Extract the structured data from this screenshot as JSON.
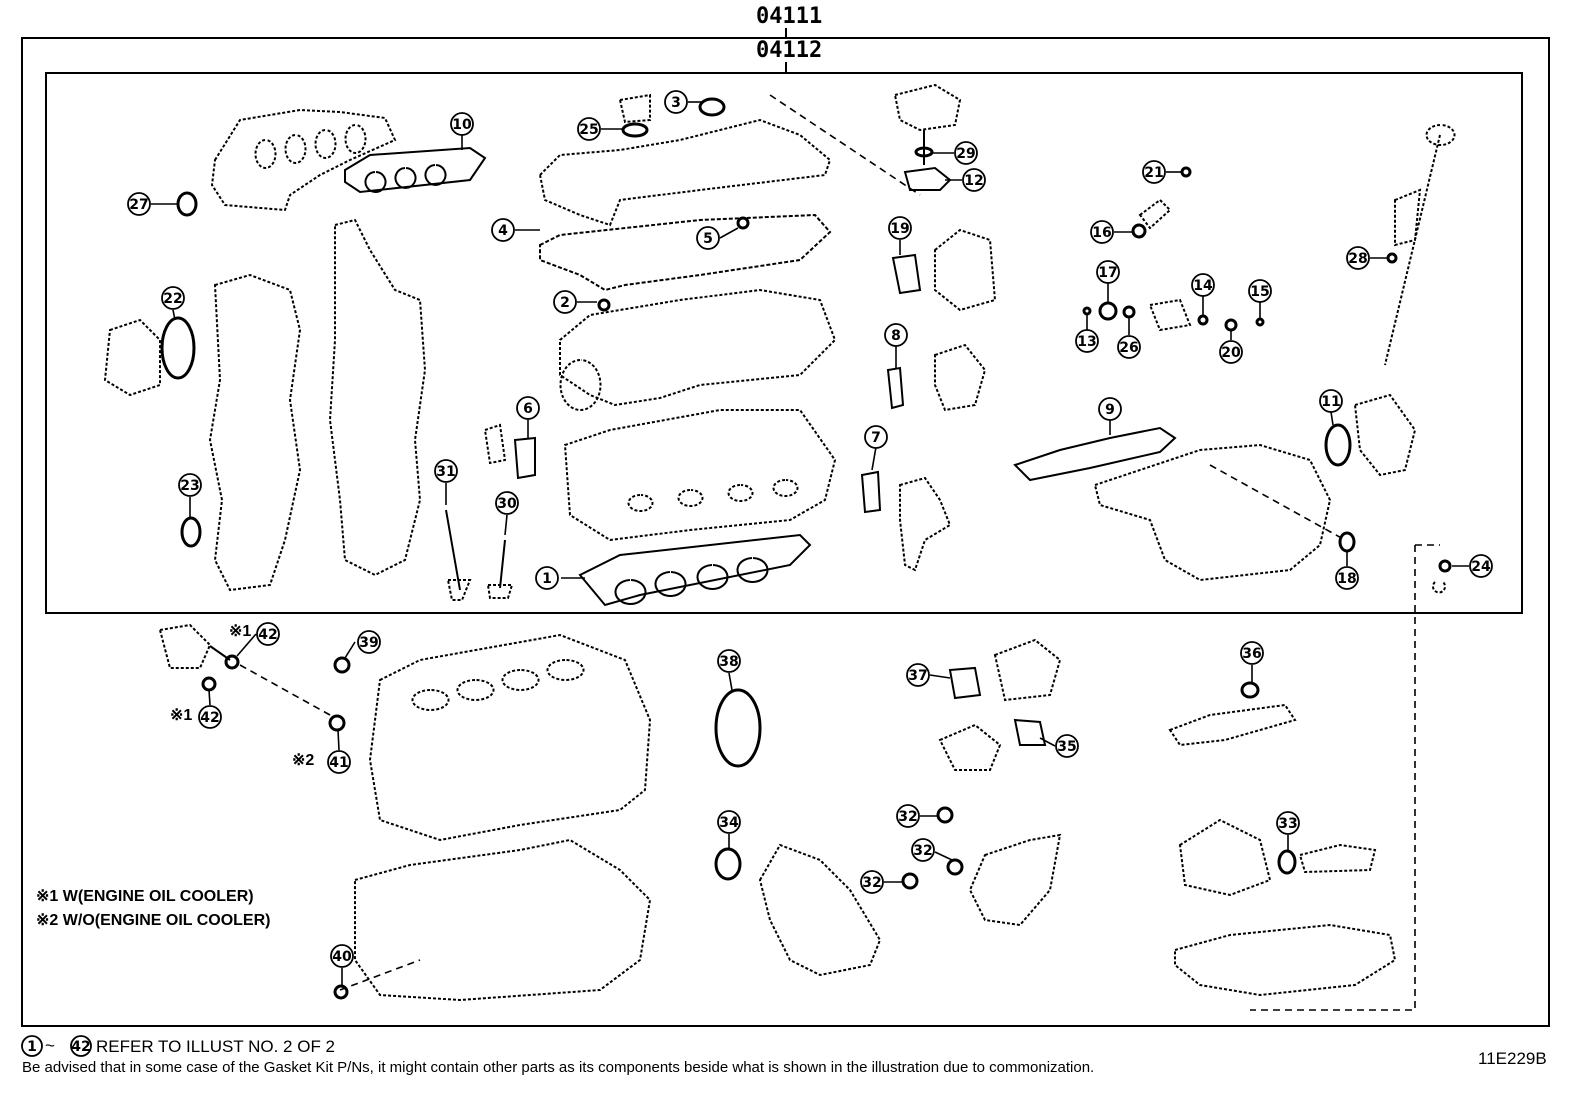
{
  "header": {
    "outer_code": "04111",
    "inner_code": "04112"
  },
  "callouts": [
    "1",
    "2",
    "3",
    "4",
    "5",
    "6",
    "7",
    "8",
    "9",
    "10",
    "11",
    "12",
    "13",
    "14",
    "15",
    "16",
    "17",
    "18",
    "19",
    "20",
    "21",
    "22",
    "23",
    "24",
    "25",
    "26",
    "27",
    "28",
    "29",
    "30",
    "31",
    "32",
    "32",
    "32",
    "33",
    "34",
    "35",
    "36",
    "37",
    "38",
    "39",
    "40",
    "41",
    "42",
    "42"
  ],
  "notes": {
    "note1_mark": "※1",
    "note1_text": "W(ENGINE OIL COOLER)",
    "note2_mark": "※2",
    "note2_text": "W/O(ENGINE OIL COOLER)",
    "ref_mark_1": "※1",
    "ref_mark_2": "※1",
    "ref_mark_3": "※2"
  },
  "footer": {
    "range_start": "1",
    "range_sep": "~",
    "range_end": "42",
    "refer_text": "REFER TO ILLUST NO. 2 OF 2",
    "disclaimer": "Be advised that in some case of the Gasket Kit P/Ns,  it might contain other parts as its components beside what is shown in the illustration due to commonization.",
    "illustration_id": "11E229B"
  }
}
